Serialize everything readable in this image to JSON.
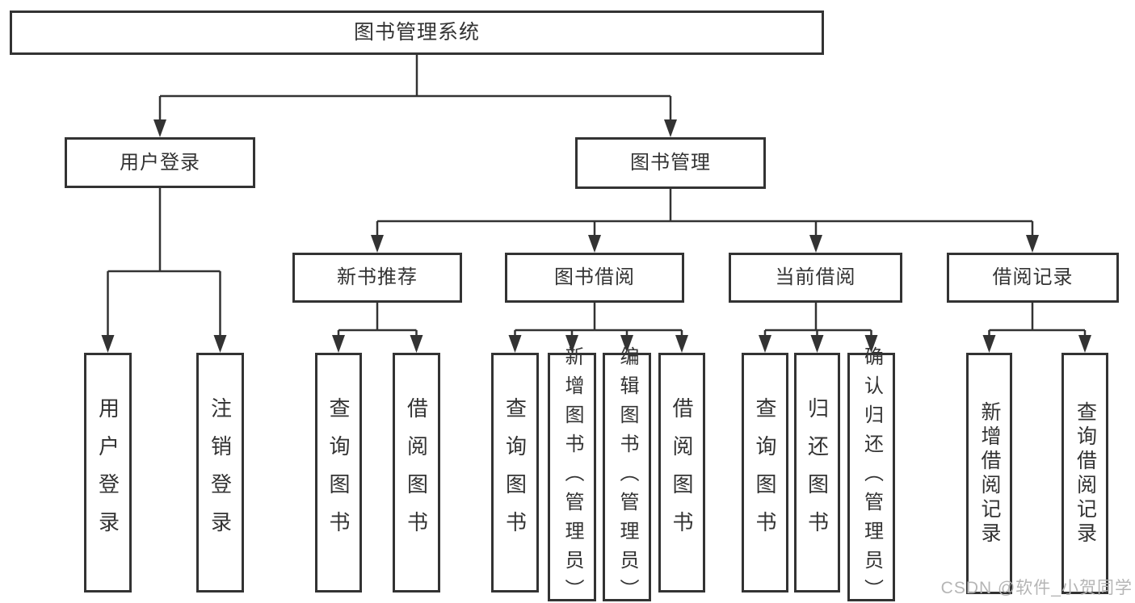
{
  "diagram_title": "图书管理系统",
  "tree": {
    "root": "图书管理系统",
    "branches": [
      {
        "label": "用户登录",
        "children": [
          "用户登录",
          "注销登录"
        ]
      },
      {
        "label": "图书管理",
        "children": [
          {
            "label": "新书推荐",
            "children": [
              "查询图书",
              "借阅图书"
            ]
          },
          {
            "label": "图书借阅",
            "children": [
              "查询图书",
              "新增图书（管理员）",
              "编辑图书（管理员）",
              "借阅图书"
            ]
          },
          {
            "label": "当前借阅",
            "children": [
              "查询图书",
              "归还图书",
              "确认归还（管理员）"
            ]
          },
          {
            "label": "借阅记录",
            "children": [
              "新增借阅记录",
              "查询借阅记录"
            ]
          }
        ]
      }
    ]
  },
  "colors": {
    "line": "#333333",
    "node_background": "#ffffff",
    "node_border": "#333333",
    "text": "#333333",
    "watermark": "#b5b5b5"
  },
  "watermark": {
    "text": "CSDN @软件_小贺同学"
  }
}
